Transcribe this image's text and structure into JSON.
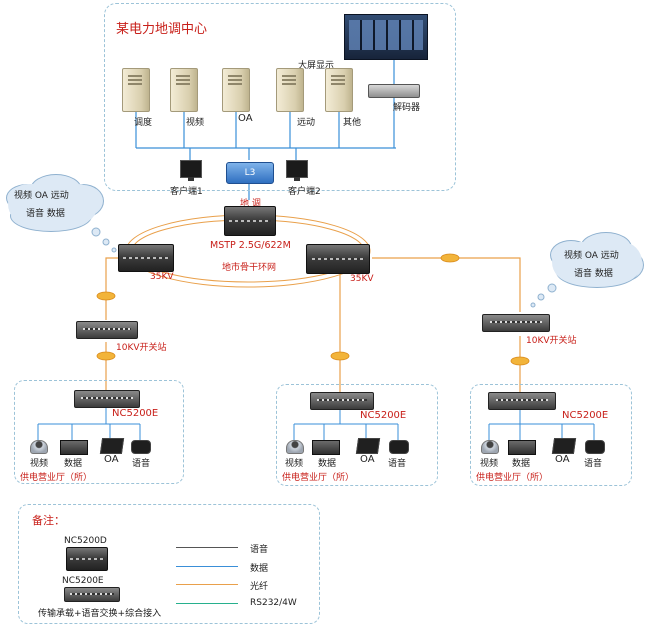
{
  "center_title": "某电力地调中心",
  "big_screen_label": "大屏显示",
  "decoder_label": "解码器",
  "servers": [
    "调度",
    "视频",
    "OA",
    "远动",
    "其他"
  ],
  "clients": [
    "客户端1",
    "客户端2"
  ],
  "switch_label": "L3",
  "dispatch_label": "地 调",
  "ring_label": "MSTP 2.5G/622M",
  "ring_sub_label": "地市骨干环网",
  "node_35kv": "35KV",
  "switch_station": "10KV开关站",
  "device_nc5200e": "NC5200E",
  "hall_label": "供电营业厅（所）",
  "endpoints": [
    "视频",
    "数据",
    "OA",
    "语音"
  ],
  "cloud_left": {
    "row1": "视频  OA  远动",
    "row2": "语音   数据"
  },
  "cloud_right": {
    "row1": "视频  OA  远动",
    "row2": "语音    数据"
  },
  "legend": {
    "title": "备注：",
    "device1": "NC5200D",
    "device2": "NC5200E",
    "note": "传输承载+语音交换+综合接入",
    "items": [
      {
        "label": "语音",
        "color": "#555555"
      },
      {
        "label": "数据",
        "color": "#3a8fd8"
      },
      {
        "label": "光纤",
        "color": "#e9a04b"
      },
      {
        "label": "RS232/4W",
        "color": "#27b08d"
      }
    ]
  },
  "colors": {
    "frame": "#9cc3d8",
    "red_text": "#c8201a",
    "fiber": "#e9a04b",
    "data": "#3a8fd8"
  }
}
